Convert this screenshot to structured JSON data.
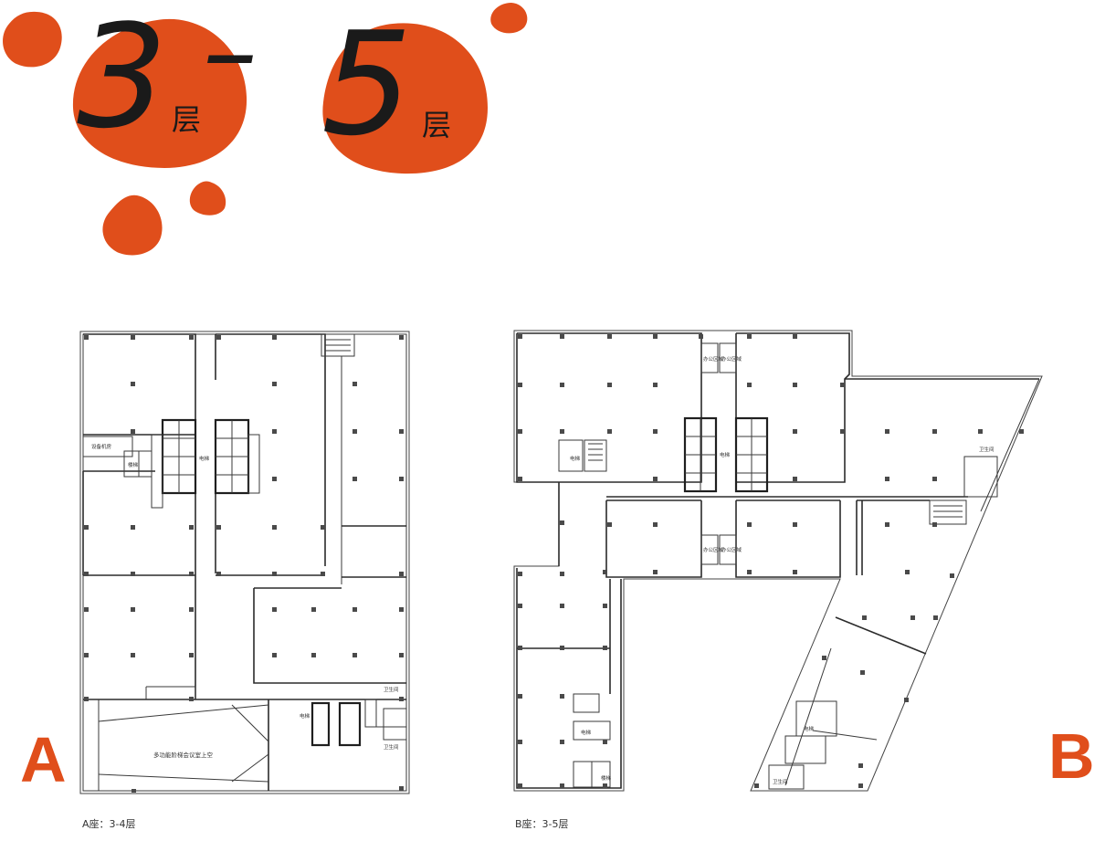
{
  "header": {
    "start_floor": "3",
    "dash": "–",
    "end_floor": "5",
    "floor_char": "层",
    "accent_color": "#e04e1b"
  },
  "plan_a": {
    "letter": "A",
    "caption": "A座：3-4层",
    "labels": {
      "room_left": "设备机房",
      "stair": "楼梯",
      "elevator": "电梯",
      "multi_hall": "多功能阶梯会议室上空",
      "toilet_top": "卫生间",
      "toilet_bottom": "卫生间"
    }
  },
  "plan_b": {
    "letter": "B",
    "caption": "B座：3-5层",
    "labels": {
      "office_top_left": "办公区域",
      "office_top_right": "办公区域",
      "office_mid_left": "办公区域",
      "office_mid_right": "办公区域",
      "elevator_left": "电梯",
      "elevator_center": "电梯",
      "toilet_right": "卫生间",
      "elevator_bottom": "电梯",
      "stair_bottom": "楼梯",
      "elevator_diag": "电梯",
      "toilet_diag": "卫生间"
    }
  }
}
